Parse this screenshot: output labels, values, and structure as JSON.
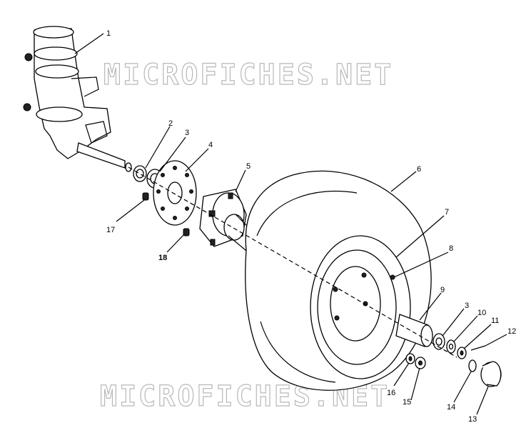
{
  "watermark": {
    "top": "MICROFICHES.NET",
    "bottom": "MICROFICHES.NET"
  },
  "callouts": {
    "c1": "1",
    "c2": "2",
    "c3a": "3",
    "c3b": "3",
    "c4": "4",
    "c5": "5",
    "c6": "6",
    "c7": "7",
    "c8": "8",
    "c9": "9",
    "c10": "10",
    "c11": "11",
    "c12": "12",
    "c13": "13",
    "c14": "14",
    "c15": "15",
    "c16": "16",
    "c17": "17",
    "c18": "18"
  },
  "colors": {
    "line": "#000000",
    "watermark": "#b8b8b8",
    "background": "#ffffff"
  }
}
